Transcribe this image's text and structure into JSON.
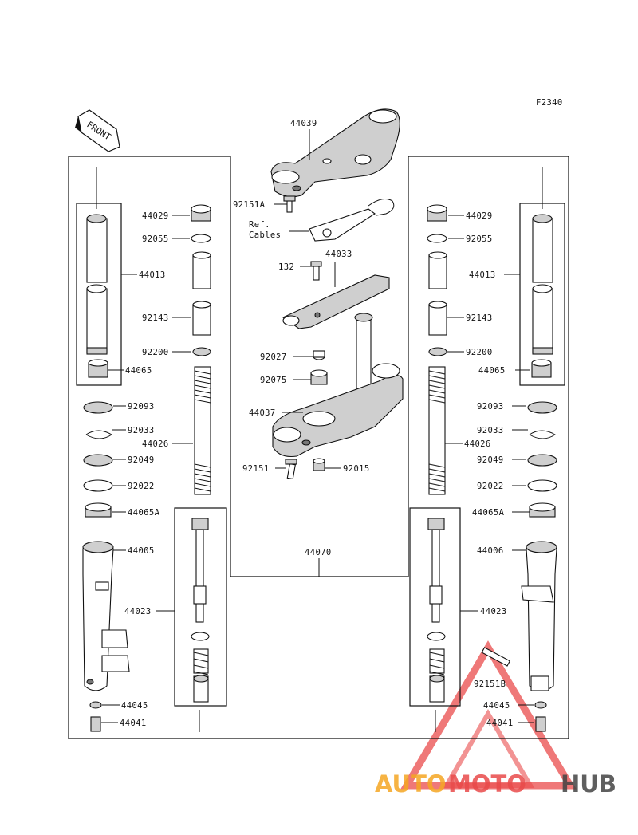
{
  "figure_code": "F2340",
  "front_label": "FRONT",
  "ref_cables": [
    "Ref.",
    "Cables"
  ],
  "watermark": {
    "part1": "AUTO",
    "part2": "MOTO",
    "part3": "HUB",
    "color_orange": "#f5a623",
    "color_red": "#e94b4b",
    "color_gray": "#444444"
  },
  "labels": {
    "p44039": "44039",
    "p92151A": "92151A",
    "p44033": "44033",
    "p132": "132",
    "p92027": "92027",
    "p92075": "92075",
    "p44037": "44037",
    "p92151": "92151",
    "p92015": "92015",
    "p44070": "44070",
    "L44029": "44029",
    "L92055": "92055",
    "L44013": "44013",
    "L92143": "92143",
    "L92200": "92200",
    "L44065": "44065",
    "L92093": "92093",
    "L92033": "92033",
    "L44026": "44026",
    "L92049": "92049",
    "L92022": "92022",
    "L44065A": "44065A",
    "L44005": "44005",
    "L44023": "44023",
    "L44045": "44045",
    "L44041": "44041",
    "R44029": "44029",
    "R92055": "92055",
    "R44013": "44013",
    "R92143": "92143",
    "R92200": "92200",
    "R44065": "44065",
    "R92093": "92093",
    "R92033": "92033",
    "R44026": "44026",
    "R92049": "92049",
    "R92022": "92022",
    "R44065A": "44065A",
    "R44006": "44006",
    "R44023": "44023",
    "R92151B": "92151B",
    "R44045": "44045",
    "R44041": "44041"
  }
}
